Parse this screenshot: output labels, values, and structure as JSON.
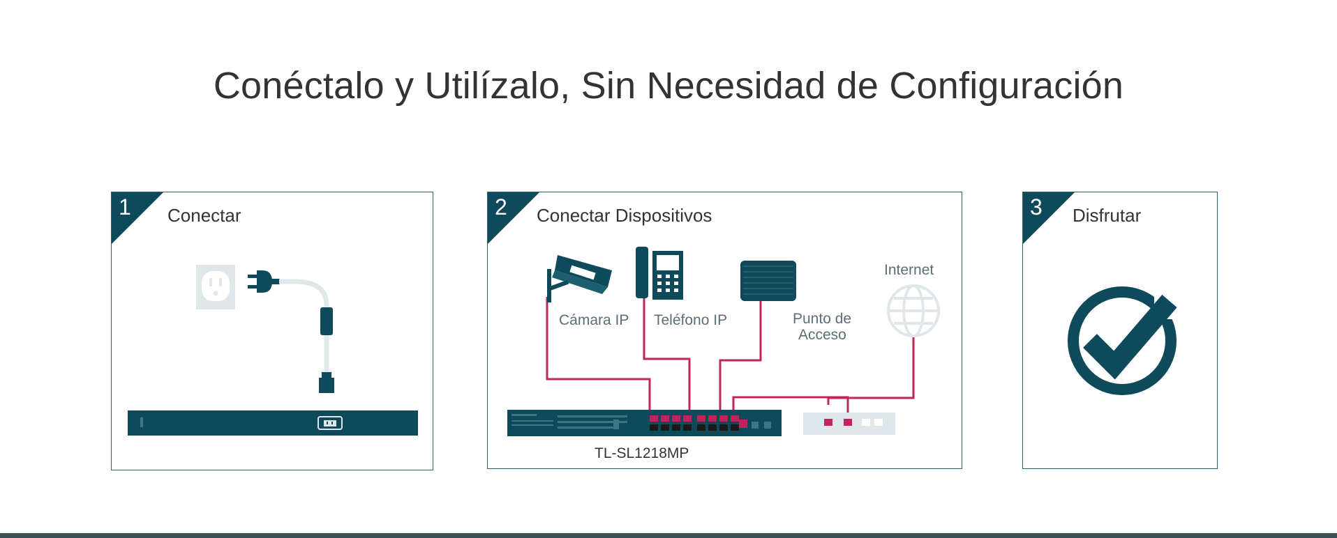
{
  "page": {
    "title": "Conéctalo y Utilízalo, Sin Necesidad de Configuración"
  },
  "colors": {
    "teal": "#0f4a5a",
    "border": "#2c5f6b",
    "cable": "#c0245c",
    "light_gray": "#dfe7ea"
  },
  "steps": [
    {
      "number": "1",
      "title": "Conectar"
    },
    {
      "number": "2",
      "title": "Conectar Dispositivos"
    },
    {
      "number": "3",
      "title": "Disfrutar"
    }
  ],
  "diagram": {
    "devices": {
      "camera": {
        "label": "Cámara IP",
        "icon": "ip-camera-icon"
      },
      "phone": {
        "label": "Teléfono IP",
        "icon": "ip-phone-icon"
      },
      "access_point": {
        "label_line1": "Punto de",
        "label_line2": "Acceso",
        "icon": "access-point-icon"
      },
      "internet": {
        "label": "Internet",
        "icon": "globe-icon"
      }
    },
    "switch_model": "TL-SL1218MP",
    "step1_icons": [
      "wall-outlet-icon",
      "power-plug-icon",
      "power-cable-icon",
      "switch-rear-panel-icon"
    ],
    "step3_icon": "checkmark-circle-icon"
  }
}
